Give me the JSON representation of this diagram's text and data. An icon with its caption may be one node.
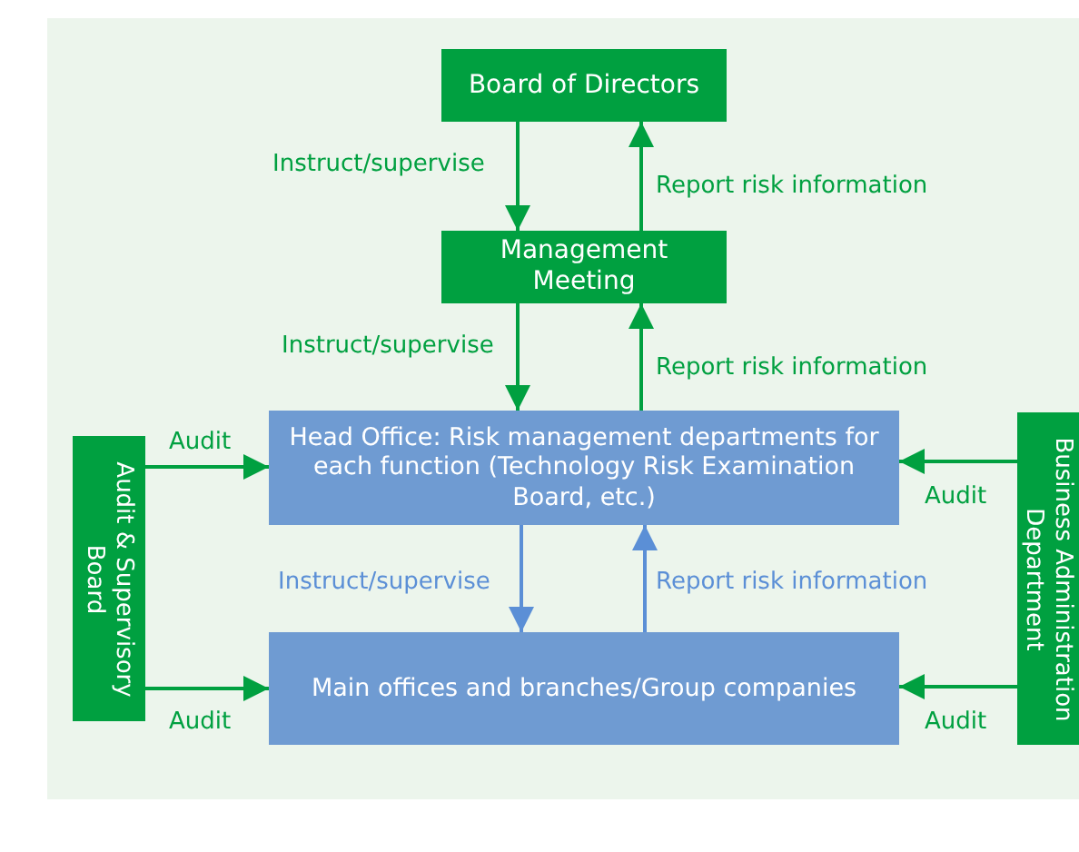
{
  "diagram": {
    "nodes": [
      {
        "text": [
          "Board of Directors"
        ]
      },
      {
        "text": [
          "Management Meeting"
        ]
      },
      {
        "text": [
          "Head Office: Risk management departments for each function (Technology Risk Examination Board, etc.)"
        ]
      },
      {
        "text": [
          "Main offices and branches/Group companies"
        ]
      },
      {
        "text": [
          "Audit & Supervisory Board"
        ]
      },
      {
        "text": [
          "Business Administration Department"
        ]
      }
    ],
    "edges": [
      {
        "from": 0,
        "to": 1,
        "arrow": "to",
        "label": "Instruct/supervise"
      },
      {
        "from": 1,
        "to": 0,
        "arrow": "to",
        "label": "Report risk information"
      },
      {
        "from": 1,
        "to": 2,
        "arrow": "to",
        "label": "Instruct/supervise"
      },
      {
        "from": 2,
        "to": 1,
        "arrow": "to",
        "label": "Report risk information"
      },
      {
        "from": 2,
        "to": 3,
        "arrow": "to",
        "label": "Instruct/supervise",
        "color": "#5b8fd6"
      },
      {
        "from": 3,
        "to": 2,
        "arrow": "to",
        "label": "Report risk information",
        "color": "#5b8fd6"
      },
      {
        "from": 4,
        "to": 2,
        "arrow": "to",
        "label": "Audit"
      },
      {
        "from": 4,
        "to": 3,
        "arrow": "to",
        "label": "Audit"
      },
      {
        "from": 5,
        "to": 2,
        "arrow": "to",
        "label": "Audit"
      },
      {
        "from": 5,
        "to": 3,
        "arrow": "to",
        "label": "Audit"
      }
    ]
  }
}
